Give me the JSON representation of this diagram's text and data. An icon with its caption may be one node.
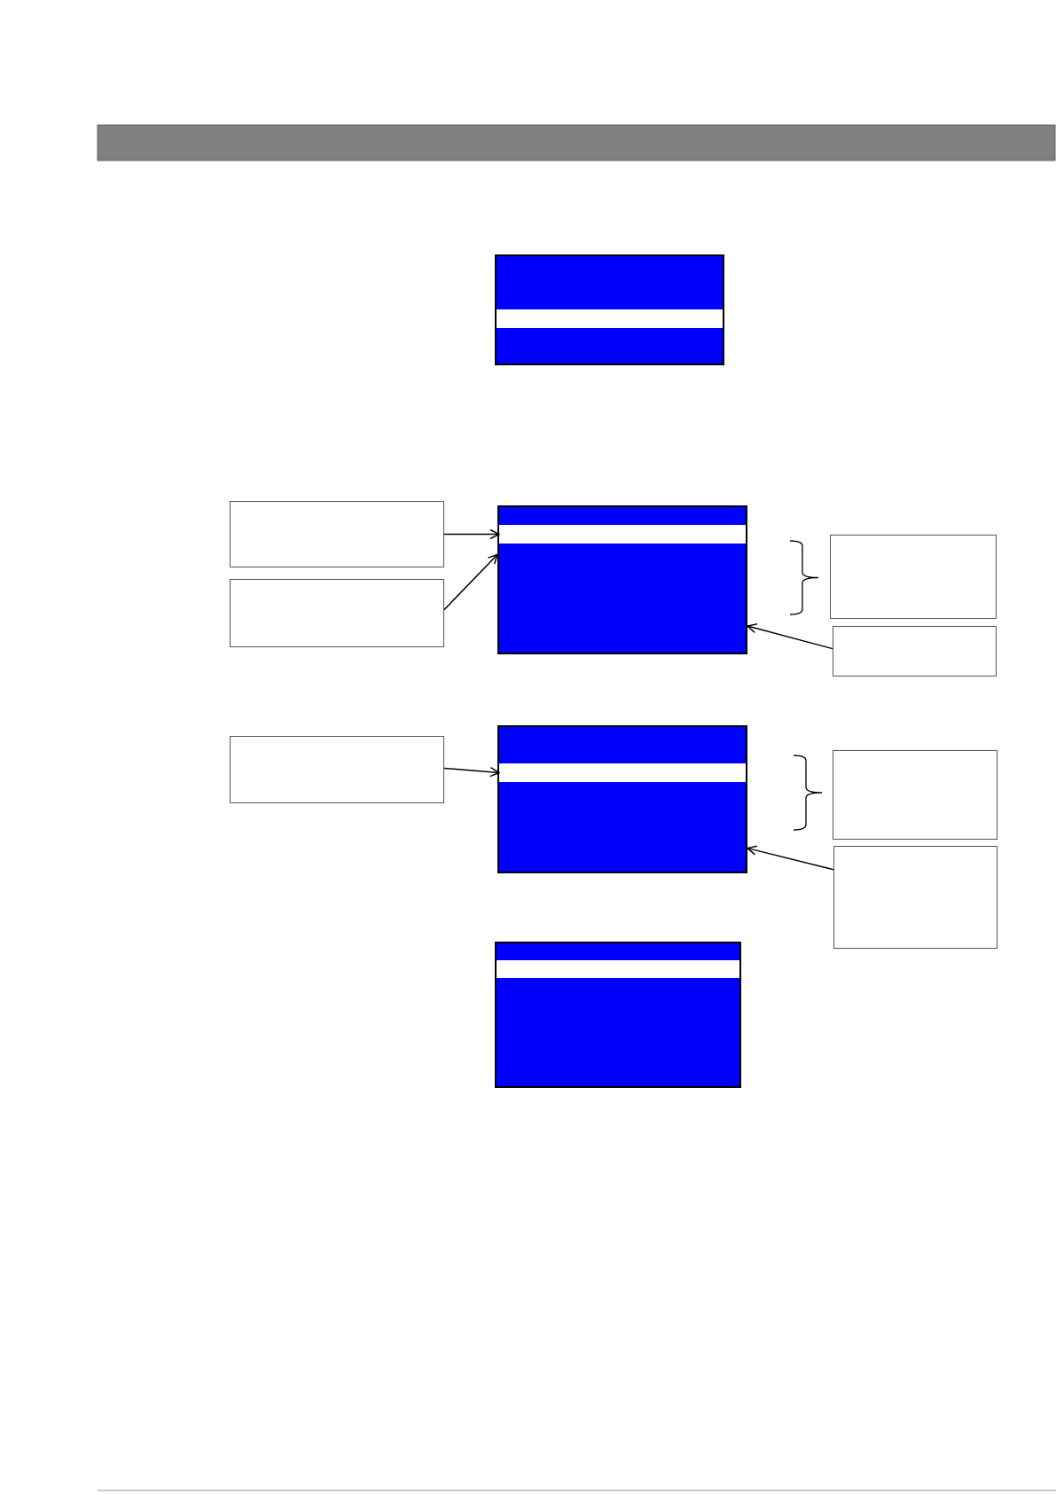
{
  "diagram": {
    "nodes": [
      {
        "text": [],
        "shape": "box"
      },
      {
        "text": [],
        "shape": "bar",
        "in": 0
      },
      {
        "text": [],
        "shape": "box"
      },
      {
        "text": [],
        "shape": "box"
      },
      {
        "text": [],
        "shape": "bar",
        "in": 3
      },
      {
        "text": [],
        "shape": "box"
      },
      {
        "text": [],
        "shape": "box"
      },
      {
        "text": [],
        "shape": "box"
      },
      {
        "text": [],
        "shape": "box"
      },
      {
        "text": [],
        "shape": "box"
      },
      {
        "text": [],
        "shape": "bar",
        "in": 9
      },
      {
        "text": [],
        "shape": "box"
      },
      {
        "text": [],
        "shape": "box"
      },
      {
        "text": [],
        "shape": "box"
      },
      {
        "text": [],
        "shape": "bar",
        "in": 13
      }
    ],
    "edges": [
      {
        "from": 2,
        "to": 4,
        "arrow": "to"
      },
      {
        "from": 6,
        "to": 3,
        "arrow": "to"
      },
      {
        "from": 7,
        "to": 3,
        "arrow": "to"
      },
      {
        "from": 8,
        "to": 10,
        "arrow": "to"
      },
      {
        "from": 12,
        "to": 9,
        "arrow": "to"
      }
    ]
  }
}
